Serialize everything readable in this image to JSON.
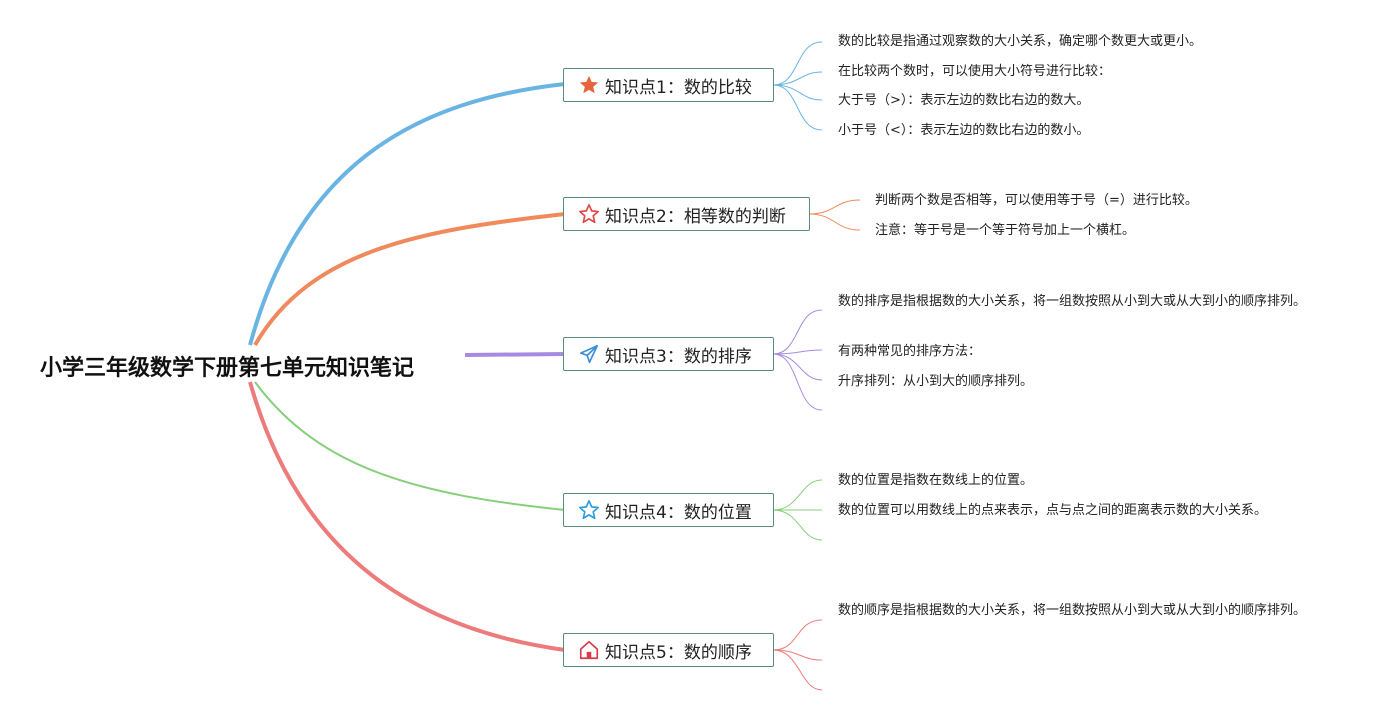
{
  "central_topic": "小学三年级数学下册第七单元知识笔记",
  "branches": [
    {
      "title": "知识点1：数的比较",
      "icon": "star-filled-icon",
      "color": "#6ab4e3",
      "items": [
        "数的比较是指通过观察数的大小关系，确定哪个数更大或更小。",
        "在比较两个数时，可以使用大小符号进行比较：",
        "大于号（>）：表示左边的数比右边的数大。",
        "小于号（<）：表示左边的数比右边的数小。"
      ]
    },
    {
      "title": "知识点2：相等数的判断",
      "icon": "star-outline-icon",
      "color": "#f08a5d",
      "items": [
        "判断两个数是否相等，可以使用等于号（=）进行比较。",
        "注意：等于号是一个等于符号加上一个横杠。"
      ]
    },
    {
      "title": "知识点3：数的排序",
      "icon": "paper-plane-icon",
      "color": "#a68be0",
      "items": [
        "数的排序是指根据数的大小关系，将一组数按照从小到大或从大到小的顺序排列。",
        "有两种常见的排序方法：",
        "升序排列：从小到大的顺序排列。"
      ]
    },
    {
      "title": "知识点4：数的位置",
      "icon": "star-blue-icon",
      "color": "#86cf7a",
      "items": [
        "数的位置是指数在数线上的位置。",
        "数的位置可以用数线上的点来表示，点与点之间的距离表示数的大小关系。"
      ]
    },
    {
      "title": "知识点5：数的顺序",
      "icon": "home-icon",
      "color": "#ee7b7b",
      "items": [
        "数的顺序是指根据数的大小关系，将一组数按照从小到大或从大到小的顺序排列。"
      ]
    }
  ]
}
